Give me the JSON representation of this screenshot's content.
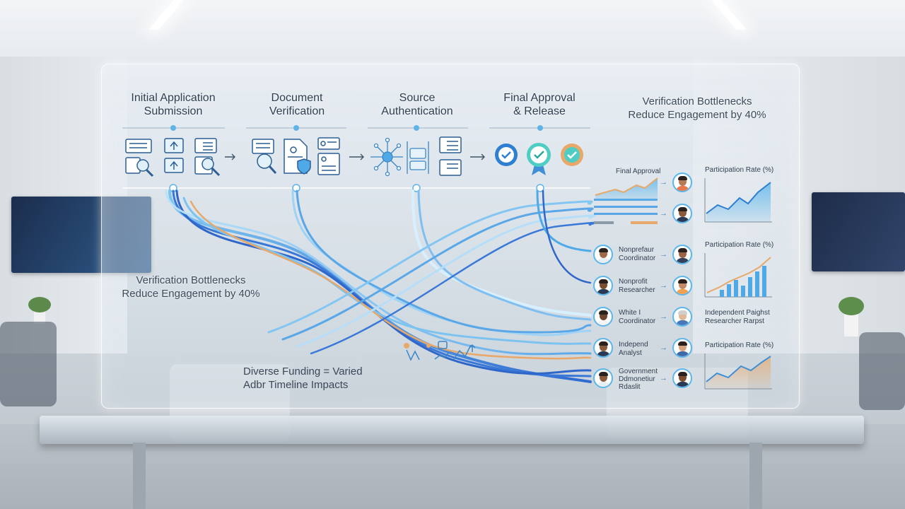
{
  "stages": [
    {
      "title_line1": "Initial Application",
      "title_line2": "Submission"
    },
    {
      "title_line1": "Document",
      "title_line2": "Verification"
    },
    {
      "title_line1": "Source",
      "title_line2": "Authentication"
    },
    {
      "title_line1": "Final Approval",
      "title_line2": "& Release"
    }
  ],
  "headline_top": {
    "line1": "Verification Bottlenecks",
    "line2": "Reduce Engagement by 40%"
  },
  "headline_left": {
    "line1": "Verification Bottlenecks",
    "line2": "Reduce Engagement by 40%"
  },
  "note_bottom": {
    "line1": "Diverse Funding = Varied",
    "line2": "Adbr Timeline Impacts"
  },
  "right_panel": {
    "final_approval_label": "Final Approval",
    "participation_label_1": "Participation Rate (%)",
    "participation_label_2": "Participation Rate (%)",
    "participation_label_3": "Participation Rate (%)",
    "roles": [
      {
        "line1": "Nonprefaur",
        "line2": "Coordinator"
      },
      {
        "line1": "Nonprofit",
        "line2": "Researcher"
      },
      {
        "line1": "White I",
        "line2": "Coordinator"
      },
      {
        "line1": "Independ",
        "line2": "Analyst"
      },
      {
        "line1": "Government",
        "line2": "Ddmonetiur",
        "line3": "Rdaslit"
      }
    ],
    "independent_label": {
      "line1": "Independent Paighst",
      "line2": "Researcher Rarpst"
    }
  },
  "colors": {
    "accent_blue": "#4fa9e6",
    "accent_orange": "#e8a86a",
    "deep_blue": "#2f66c9",
    "panel_border": "#ffffff"
  }
}
